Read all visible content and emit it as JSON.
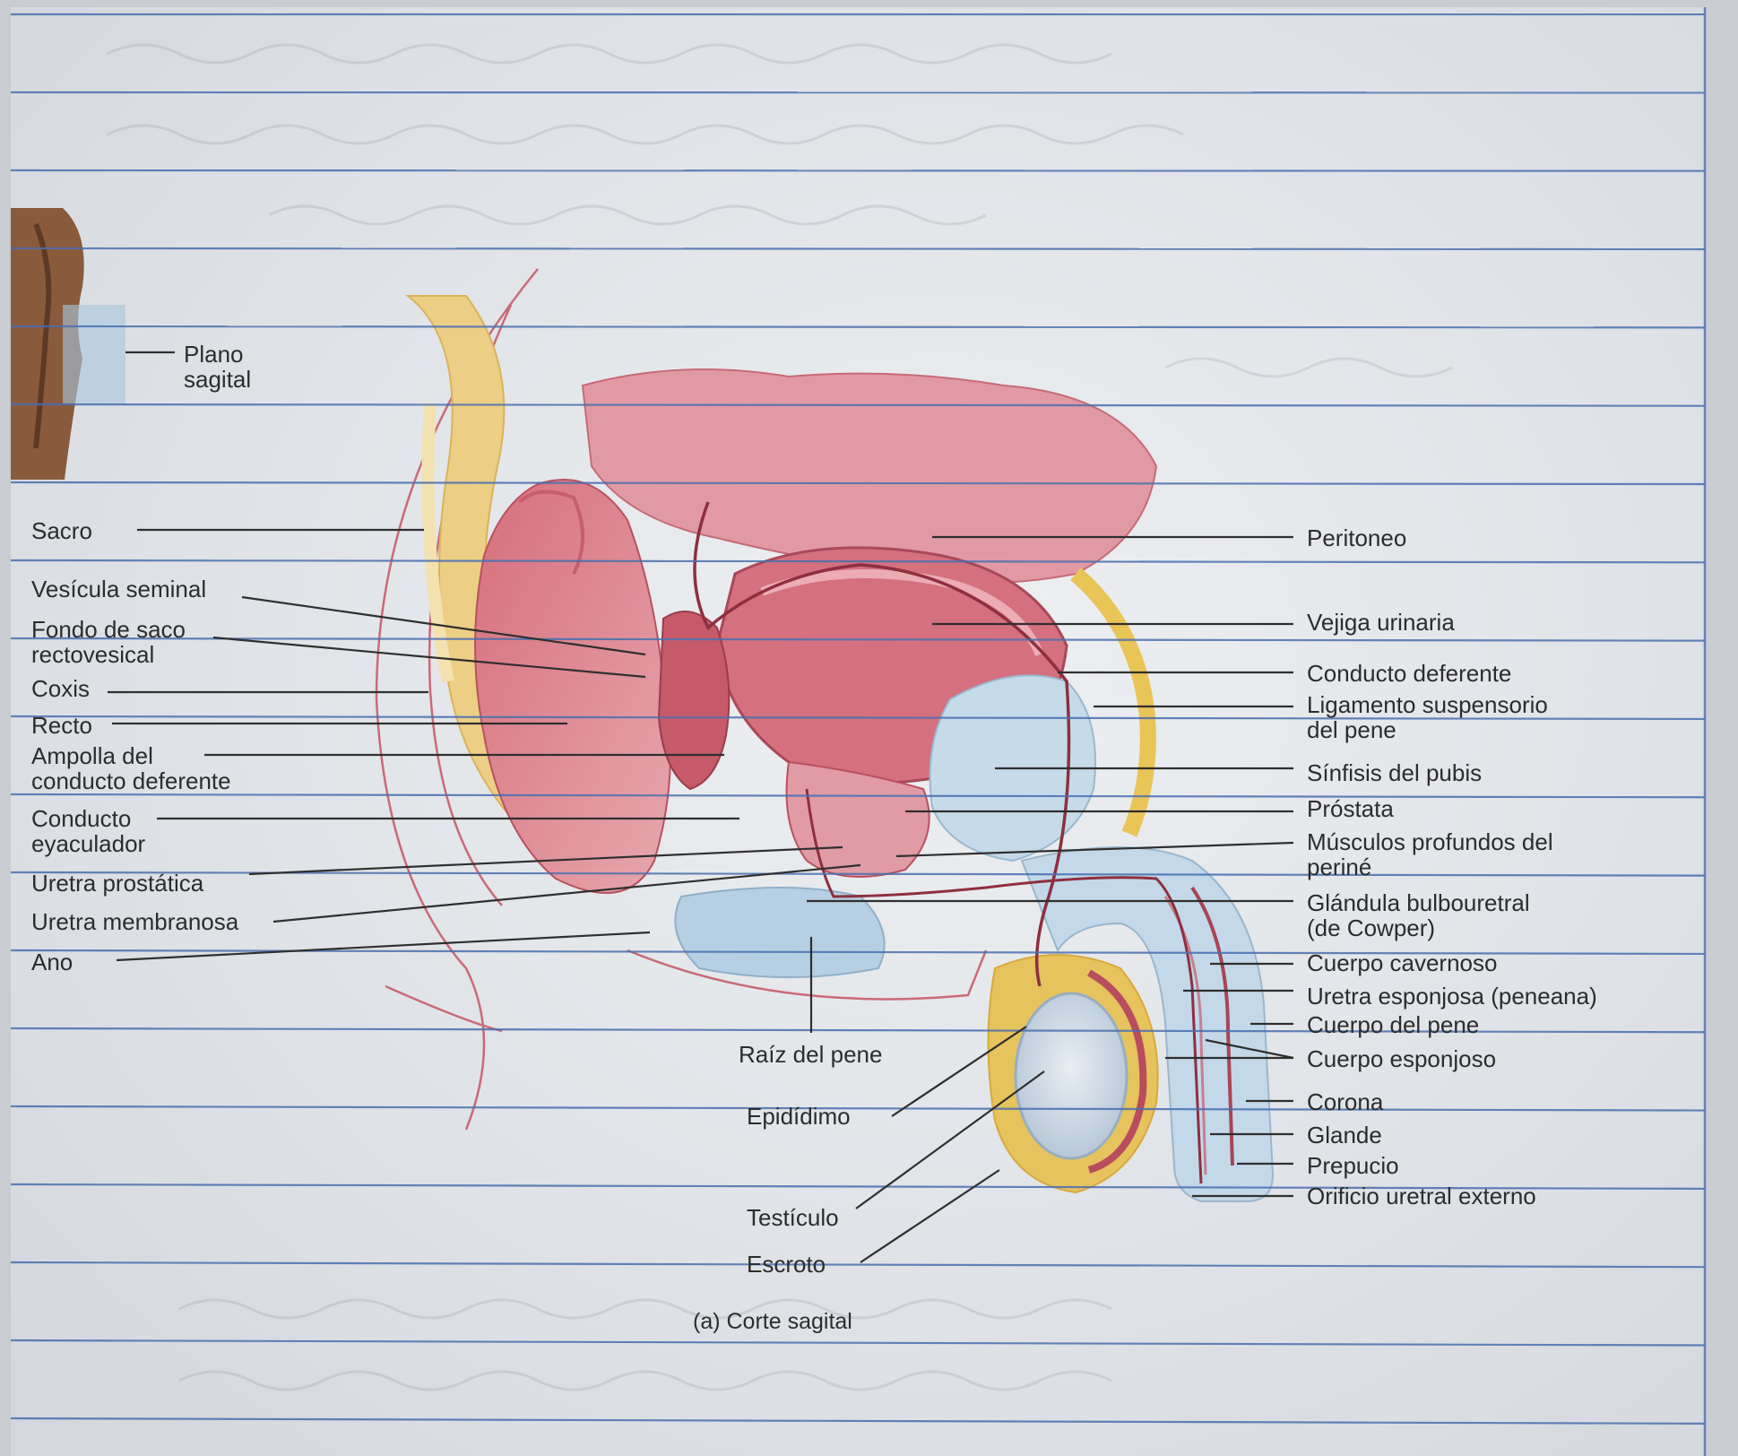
{
  "diagram": {
    "caption": "(a) Corte sagital",
    "inset_label": [
      "Plano",
      "sagital"
    ],
    "left_labels": [
      {
        "id": "sacro",
        "text": [
          "Sacro"
        ]
      },
      {
        "id": "vesicula-seminal",
        "text": [
          "Vesícula seminal"
        ]
      },
      {
        "id": "fondo-de-saco",
        "text": [
          "Fondo de saco",
          "rectovesical"
        ]
      },
      {
        "id": "coxis",
        "text": [
          "Coxis"
        ]
      },
      {
        "id": "recto",
        "text": [
          "Recto"
        ]
      },
      {
        "id": "ampolla",
        "text": [
          "Ampolla del",
          "conducto deferente"
        ]
      },
      {
        "id": "conducto-eyaculador",
        "text": [
          "Conducto",
          "eyaculador"
        ]
      },
      {
        "id": "uretra-prostatica",
        "text": [
          "Uretra prostática"
        ]
      },
      {
        "id": "uretra-membranosa",
        "text": [
          "Uretra membranosa"
        ]
      },
      {
        "id": "ano",
        "text": [
          "Ano"
        ]
      }
    ],
    "right_labels": [
      {
        "id": "peritoneo",
        "text": [
          "Peritoneo"
        ]
      },
      {
        "id": "vejiga",
        "text": [
          "Vejiga urinaria"
        ]
      },
      {
        "id": "conducto-deferente",
        "text": [
          "Conducto deferente"
        ]
      },
      {
        "id": "ligamento",
        "text": [
          "Ligamento suspensorio",
          "del pene"
        ]
      },
      {
        "id": "sinfisis",
        "text": [
          "Sínfisis del pubis"
        ]
      },
      {
        "id": "prostata",
        "text": [
          "Próstata"
        ]
      },
      {
        "id": "musculos",
        "text": [
          "Músculos profundos del",
          "periné"
        ]
      },
      {
        "id": "glandula",
        "text": [
          "Glándula bulbouretral",
          "(de Cowper)"
        ]
      },
      {
        "id": "cuerpo-cavernoso",
        "text": [
          "Cuerpo cavernoso"
        ]
      },
      {
        "id": "uretra-esponjosa",
        "text": [
          "Uretra esponjosa (peneana)"
        ]
      },
      {
        "id": "cuerpo-pene",
        "text": [
          "Cuerpo del pene"
        ]
      },
      {
        "id": "cuerpo-esponjoso",
        "text": [
          "Cuerpo esponjoso"
        ]
      },
      {
        "id": "corona",
        "text": [
          "Corona"
        ]
      },
      {
        "id": "glande",
        "text": [
          "Glande"
        ]
      },
      {
        "id": "prepucio",
        "text": [
          "Prepucio"
        ]
      },
      {
        "id": "orificio",
        "text": [
          "Orificio uretral externo"
        ]
      }
    ],
    "bottom_labels": [
      {
        "id": "raiz",
        "text": [
          "Raíz del pene"
        ]
      },
      {
        "id": "epididimo",
        "text": [
          "Epidídimo"
        ]
      },
      {
        "id": "testiculo",
        "text": [
          "Testículo"
        ]
      },
      {
        "id": "escroto",
        "text": [
          "Escroto"
        ]
      }
    ]
  },
  "colors": {
    "paper": "#e4e7eb",
    "ruling": "#4a6fb0",
    "tissue_red": "#d98490",
    "bone_yellow": "#e8c15a",
    "cartilage_blue": "#b9d3e6",
    "leader": "#2f2f2f"
  }
}
